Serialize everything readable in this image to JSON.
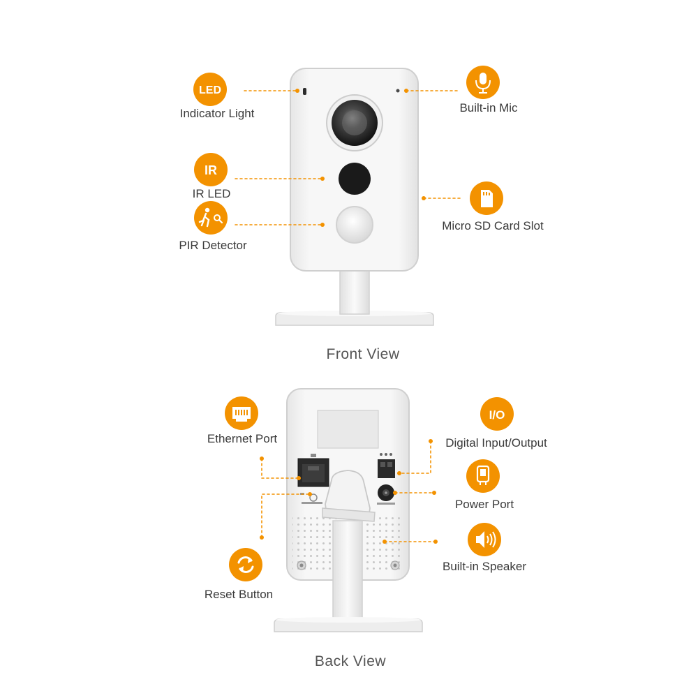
{
  "colors": {
    "accent": "#f39200",
    "camera_body": "#f2f2f2",
    "camera_outline": "#d0d0d0",
    "text": "#3a3a3a"
  },
  "front_view": {
    "title": "Front View",
    "callouts": [
      {
        "id": "indicator-light",
        "label": "Indicator Light",
        "icon": "led-badge-icon",
        "icon_text": "LED"
      },
      {
        "id": "built-in-mic",
        "label": "Built-in Mic",
        "icon": "microphone-icon"
      },
      {
        "id": "ir-led",
        "label": "IR LED",
        "icon": "ir-badge-icon",
        "icon_text": "IR"
      },
      {
        "id": "micro-sd-card-slot",
        "label": "Micro SD Card Slot",
        "icon": "sd-card-icon"
      },
      {
        "id": "pir-detector",
        "label": "PIR Detector",
        "icon": "motion-person-icon"
      }
    ]
  },
  "back_view": {
    "title": "Back View",
    "callouts": [
      {
        "id": "ethernet-port",
        "label": "Ethernet Port",
        "icon": "ethernet-icon"
      },
      {
        "id": "digital-input-output",
        "label": "Digital Input/Output",
        "icon": "io-badge-icon",
        "icon_text": "I/O"
      },
      {
        "id": "power-port",
        "label": "Power Port",
        "icon": "power-plug-icon"
      },
      {
        "id": "built-in-speaker",
        "label": "Built-in Speaker",
        "icon": "speaker-icon"
      },
      {
        "id": "reset-button",
        "label": "Reset Button",
        "icon": "reset-arrows-icon"
      }
    ]
  }
}
